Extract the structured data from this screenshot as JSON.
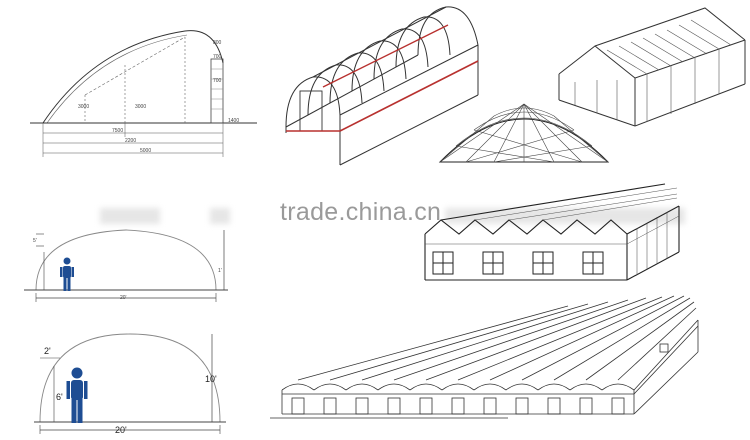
{
  "watermark": "trade.china.cn",
  "cross_section_1": {
    "labels": [
      "3000",
      "3000",
      "800",
      "700",
      "700",
      "1400",
      "7500",
      "2200",
      "5000"
    ]
  },
  "arch_small": {
    "width_label": "20'",
    "top_label": "5'",
    "side_label": "1'"
  },
  "arch_large": {
    "offset_label": "2'",
    "person_height": "6'",
    "height_label": "10'",
    "width_label": "20'"
  }
}
